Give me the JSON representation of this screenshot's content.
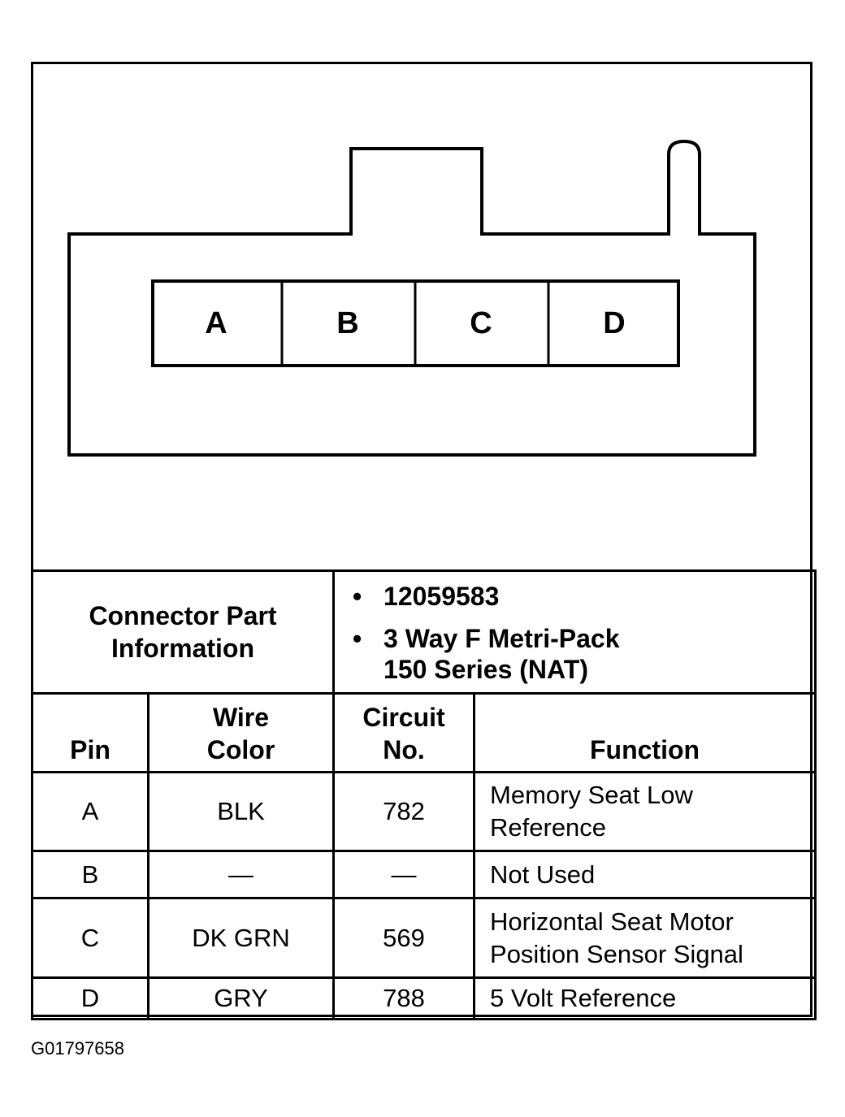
{
  "connector": {
    "pins": [
      "A",
      "B",
      "C",
      "D"
    ]
  },
  "part_info": {
    "label_line1": "Connector Part",
    "label_line2": "Information",
    "part_number": "12059583",
    "description_line1": "3 Way F Metri-Pack",
    "description_line2": "150 Series (NAT)"
  },
  "table": {
    "headers": {
      "pin": "Pin",
      "wire_color_line1": "Wire",
      "wire_color_line2": "Color",
      "circuit_line1": "Circuit",
      "circuit_line2": "No.",
      "function": "Function"
    },
    "rows": [
      {
        "pin": "A",
        "wire_color": "BLK",
        "circuit": "782",
        "function_line1": "Memory Seat Low",
        "function_line2": "Reference"
      },
      {
        "pin": "B",
        "wire_color": "—",
        "circuit": "—",
        "function_line1": "Not Used",
        "function_line2": ""
      },
      {
        "pin": "C",
        "wire_color": "DK GRN",
        "circuit": "569",
        "function_line1": "Horizontal Seat Motor",
        "function_line2": "Position Sensor Signal"
      },
      {
        "pin": "D",
        "wire_color": "GRY",
        "circuit": "788",
        "function_line1": "5 Volt Reference",
        "function_line2": ""
      }
    ]
  },
  "figure_id": "G01797658"
}
